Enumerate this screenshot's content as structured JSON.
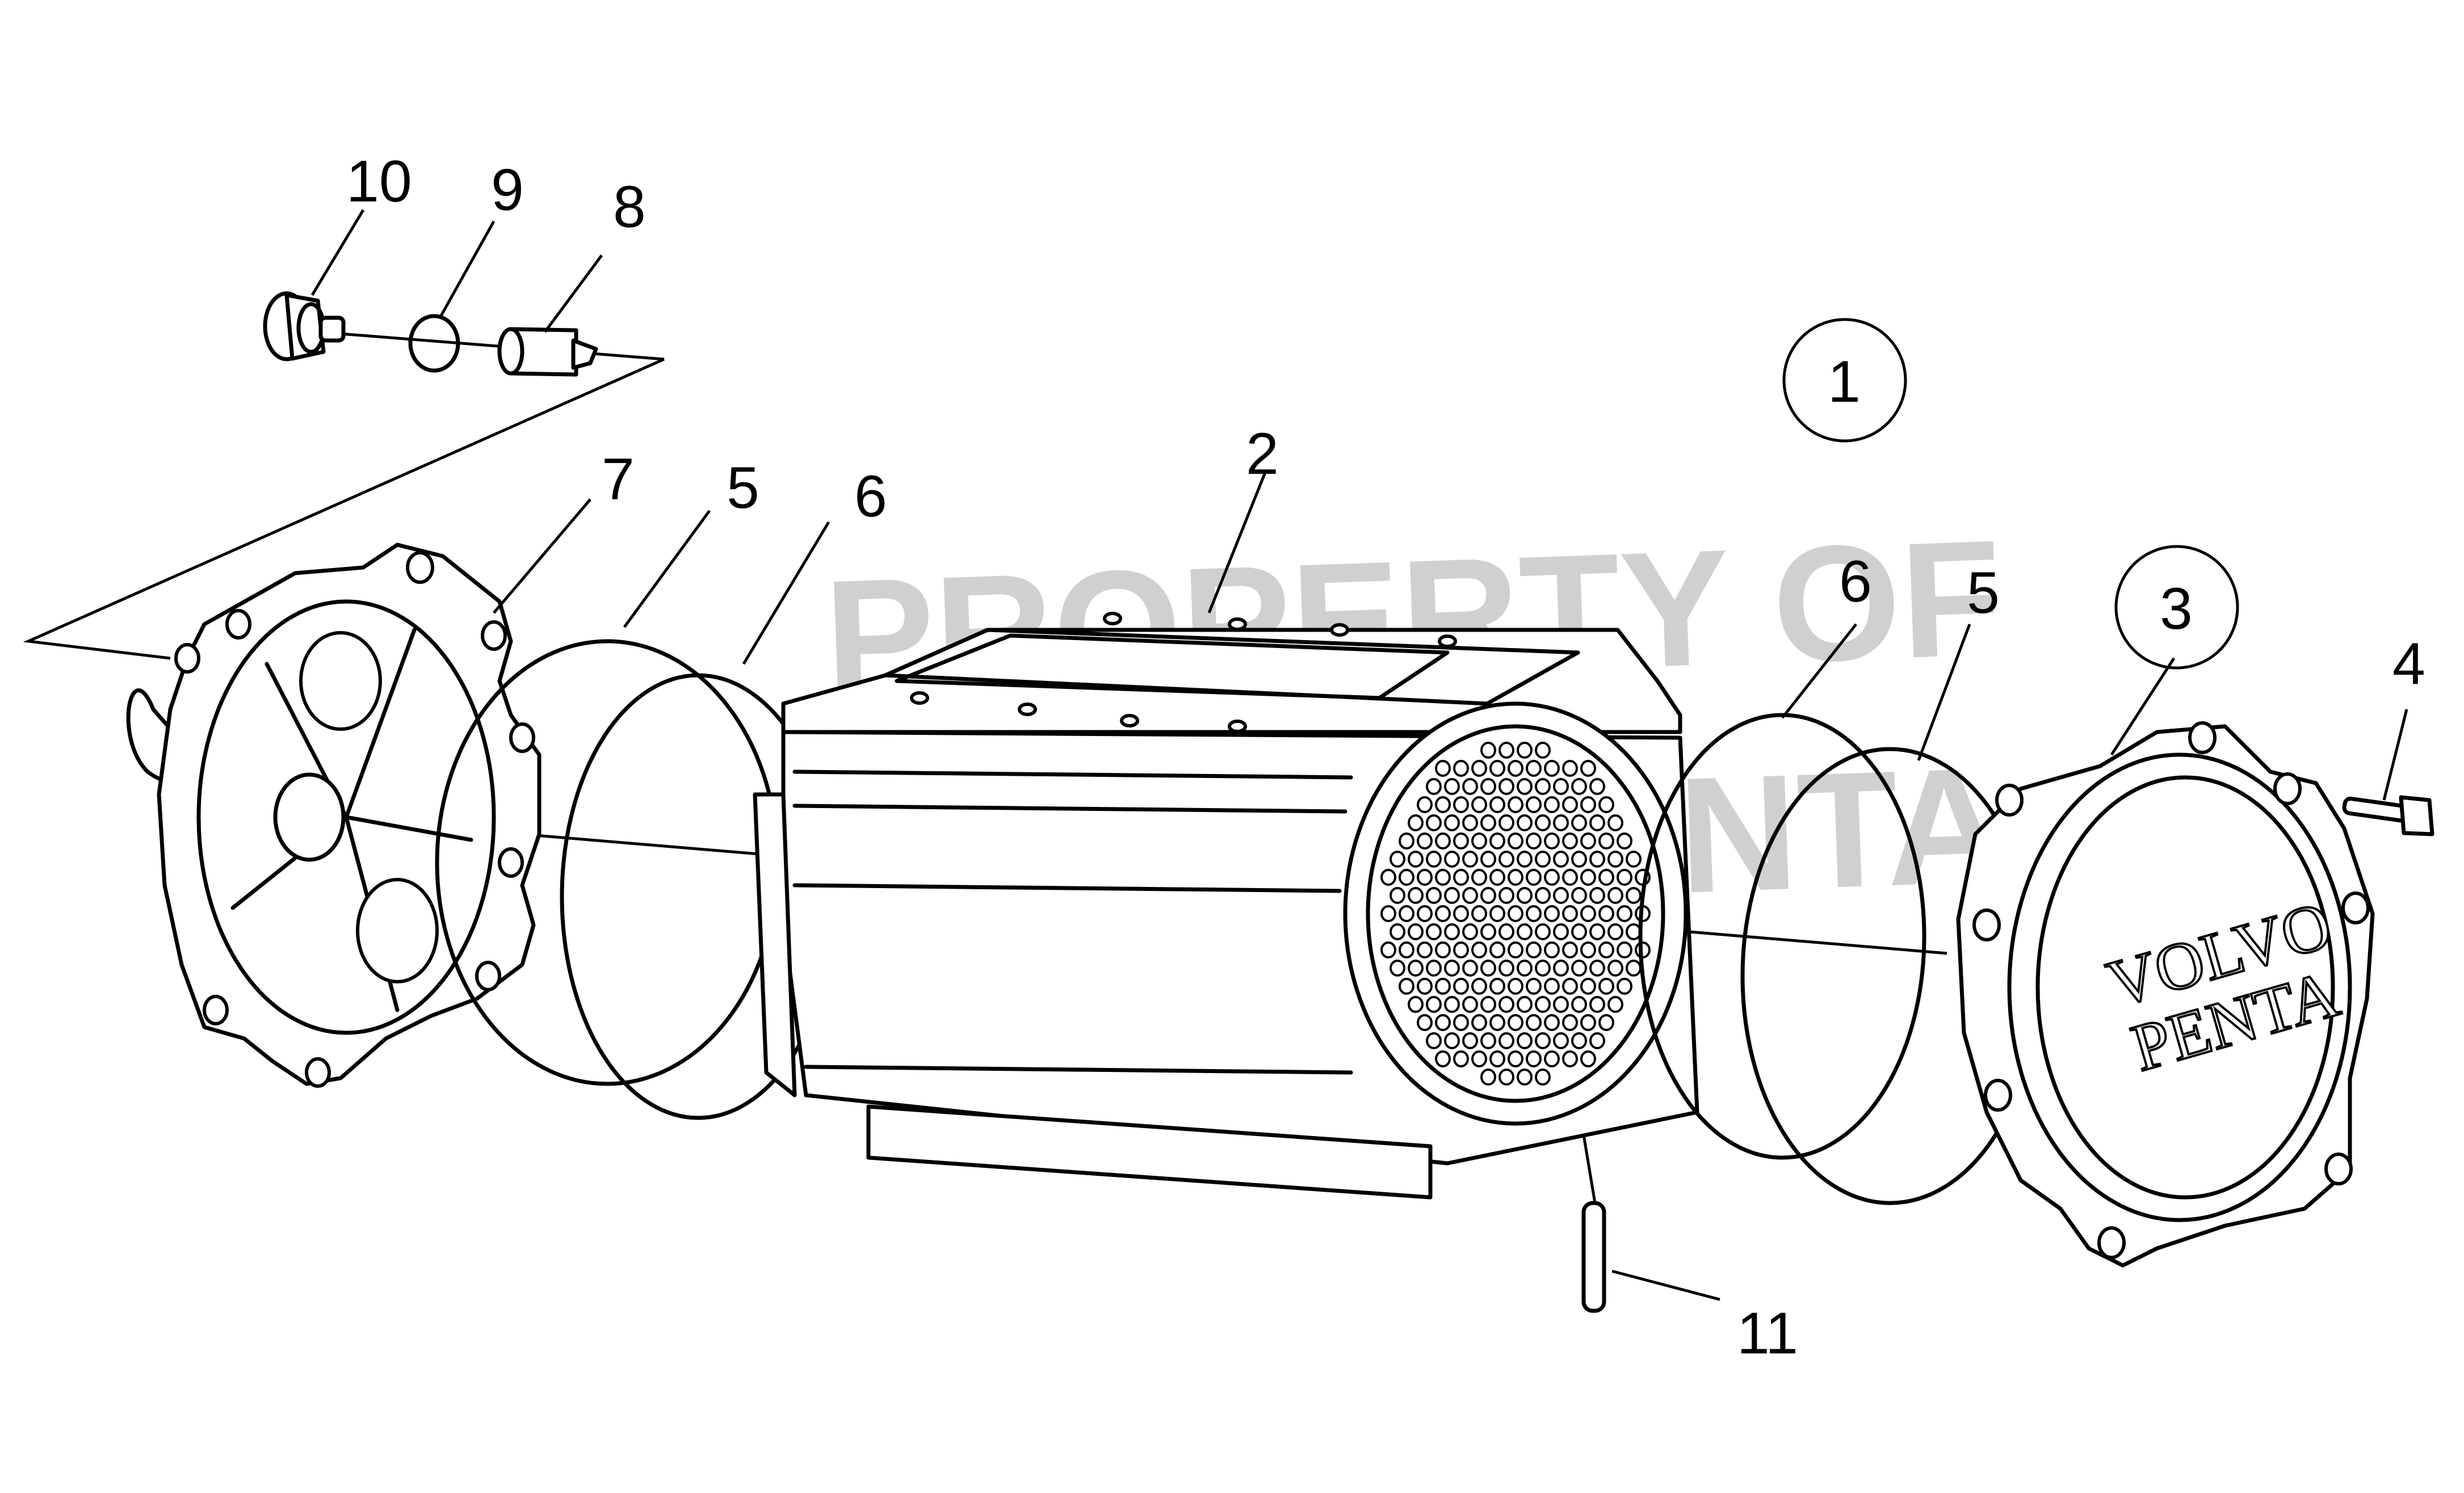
{
  "watermark": {
    "line1": "PROPERTY OF",
    "line2": "VOLVO PENTA"
  },
  "brand_logo": {
    "line1": "VOLVO",
    "line2": "PENTA"
  },
  "callouts": {
    "assembly": "1",
    "tube_stack": "2",
    "end_cover_right": "3",
    "screw": "4",
    "o_ring_right": "5",
    "o_ring_inner_right": "6",
    "o_ring_left": "5",
    "o_ring_inner_left": "6",
    "end_cover_left": "7",
    "anode": "8",
    "sealing_ring": "9",
    "plug": "10",
    "pin": "11"
  }
}
